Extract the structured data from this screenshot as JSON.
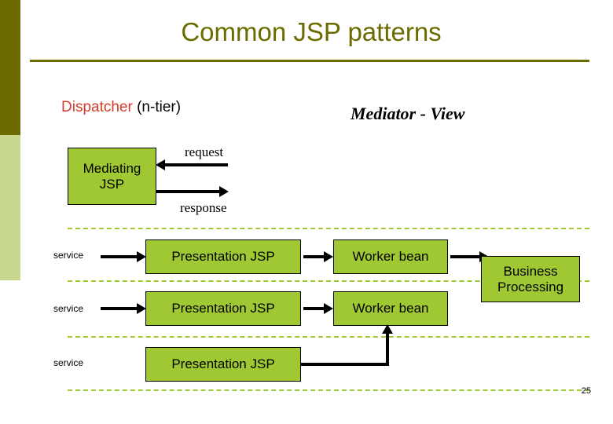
{
  "slide": {
    "title": "Common JSP patterns",
    "page_number": "25",
    "accent_color": "#6b6b00",
    "box_color": "#a0c832",
    "highlight_color": "#d83a2a"
  },
  "headings": {
    "dispatcher_label": "Dispatcher",
    "dispatcher_suffix": " (n-tier)",
    "mediator": "Mediator - View"
  },
  "boxes": {
    "mediating_jsp": "Mediating\nJSP",
    "mediating_jsp_line1": "Mediating",
    "mediating_jsp_line2": "JSP",
    "presentation_jsp_1": "Presentation JSP",
    "presentation_jsp_2": "Presentation JSP",
    "presentation_jsp_3": "Presentation JSP",
    "worker_bean_1": "Worker bean",
    "worker_bean_2": "Worker bean",
    "business_line1": "Business",
    "business_line2": "Processing"
  },
  "labels": {
    "request": "request",
    "response": "response",
    "service_1": "service",
    "service_2": "service",
    "service_3": "service"
  }
}
